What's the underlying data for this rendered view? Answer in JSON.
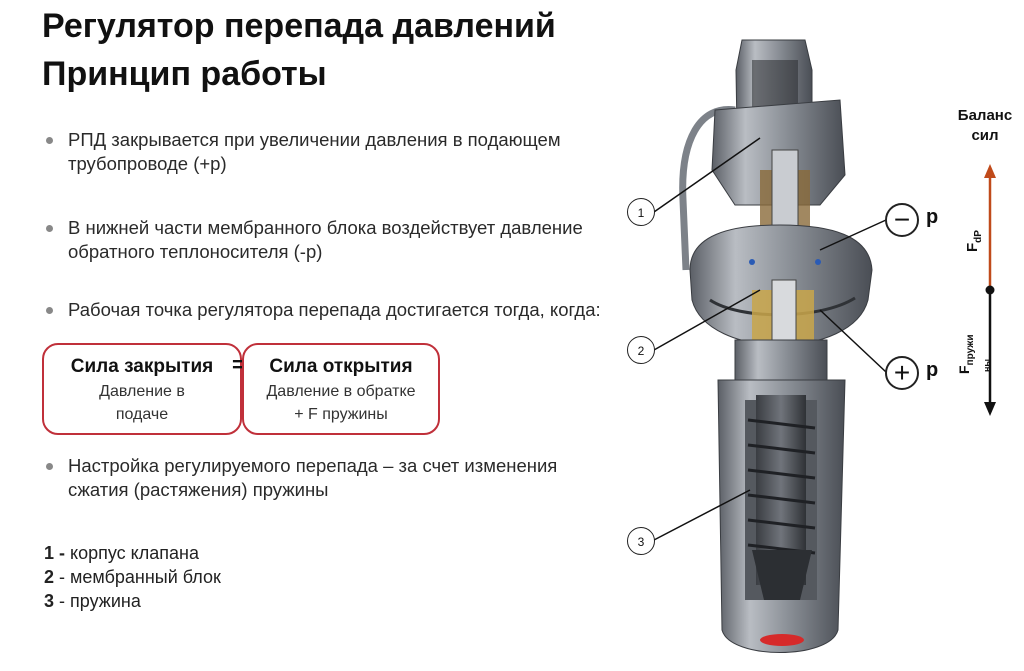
{
  "title": {
    "line1": "Регулятор перепада давлений",
    "line2": "Принцип работы"
  },
  "bullets": [
    {
      "text": "РПД закрывается при увеличении давления в подающем трубопроводе (+р)"
    },
    {
      "text": "В нижней части мембранного блока воздействует давление обратного теплоносителя (-р)"
    },
    {
      "text": "Рабочая точка регулятора перепада достигается тогда, когда:"
    },
    {
      "text": "Настройка регулируемого перепада – за счет изменения сжатия (растяжения) пружины"
    }
  ],
  "equation": {
    "left_head": "Сила закрытия",
    "left_sub1": "Давление в",
    "left_sub2": "подаче",
    "equals": "=",
    "right_head": "Сила открытия",
    "right_sub1": "Давление в обратке",
    "right_sub2": "+ F пружины"
  },
  "legend": [
    {
      "num": "1 -",
      "text": "корпус клапана"
    },
    {
      "num": "2",
      "text": "- мембранный блок"
    },
    {
      "num": "3",
      "text": "- пружина"
    }
  ],
  "diagram": {
    "callouts": [
      "1",
      "2",
      "3"
    ],
    "minus_sign": "−",
    "plus_sign": "+",
    "p_label": "p",
    "balance_line1": "Баланс",
    "balance_line2": "сил",
    "force_top": "F",
    "force_top_sub": "dP",
    "force_bottom": "F",
    "force_bottom_sub1": "пружи",
    "force_bottom_sub2": "ны"
  },
  "colors": {
    "box_border": "#c0303a",
    "arrow_up": "#c04a1a",
    "arrow_down": "#111111"
  }
}
